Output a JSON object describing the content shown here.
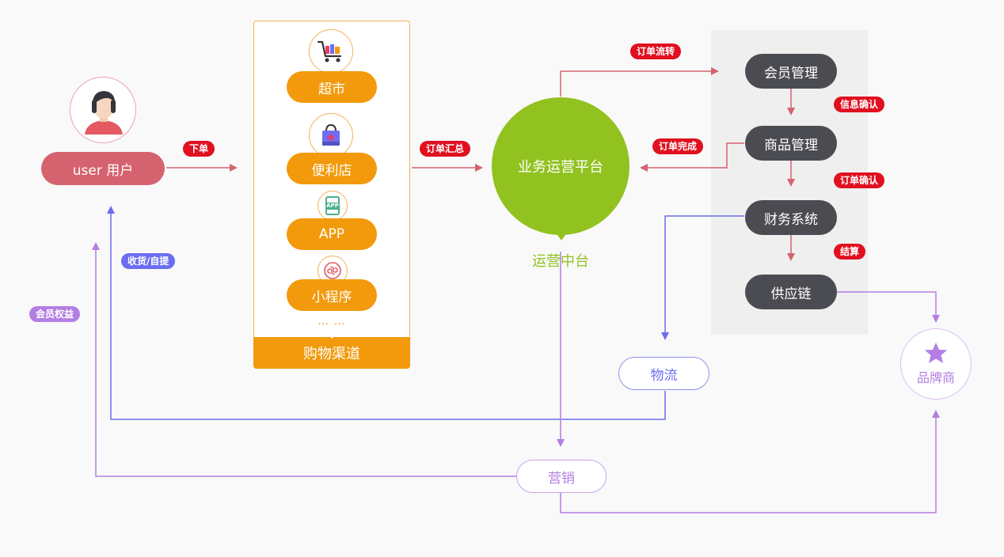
{
  "user": {
    "label": "user 用户"
  },
  "edges": {
    "place_order": "下单",
    "order_summary": "订单汇总",
    "order_flow": "订单流转",
    "order_complete": "订单完成",
    "info_confirm": "信息确认",
    "order_confirm": "订单确认",
    "settlement": "结算",
    "receive_pickup": "收货/自提",
    "member_benefits": "会员权益"
  },
  "channels": {
    "items": [
      "超市",
      "便利店",
      "APP",
      "小程序"
    ],
    "ellipsis": "… …",
    "title": "购物渠道",
    "app_icon_text": "APP"
  },
  "platform": {
    "label": "业务运营平台",
    "caption": "运营中台"
  },
  "systems": [
    "会员管理",
    "商品管理",
    "财务系统",
    "供应链"
  ],
  "logistics": "物流",
  "marketing": "营销",
  "brand": "品牌商",
  "colors": {
    "red": "#e0101f",
    "orange": "#f29a0c",
    "green": "#91c21f",
    "dark": "#4b4b52",
    "blue": "#6a6df0",
    "purple": "#b37ee3",
    "user": "#d5636f"
  }
}
